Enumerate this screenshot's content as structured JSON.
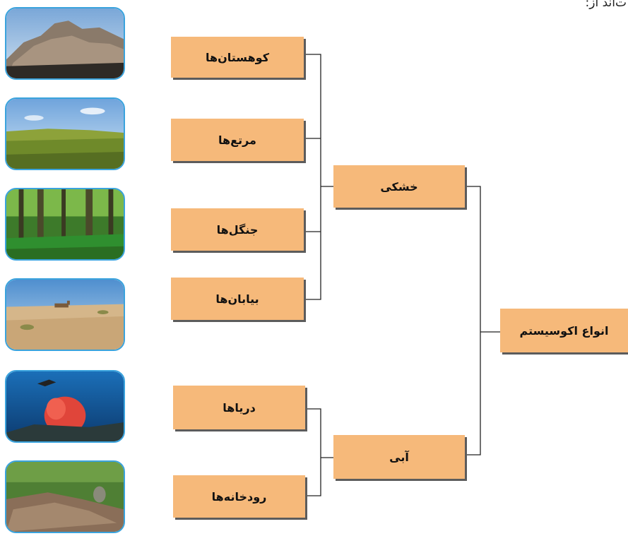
{
  "intro_text": "ت‌اند از:",
  "root": {
    "label": "انواع اکوسیستم"
  },
  "categories": [
    {
      "label": "خشکی",
      "children": [
        {
          "label": "کوهستان‌ها"
        },
        {
          "label": "مرتع‌ها"
        },
        {
          "label": "جنگل‌ها"
        },
        {
          "label": "بیابان‌ها"
        }
      ]
    },
    {
      "label": "آبی",
      "children": [
        {
          "label": "دریاها"
        },
        {
          "label": "رودخانه‌ها"
        }
      ]
    }
  ],
  "photos": [
    {
      "depicts": "mountains"
    },
    {
      "depicts": "grassland"
    },
    {
      "depicts": "forest"
    },
    {
      "depicts": "desert with camels"
    },
    {
      "depicts": "sea with diver and coral"
    },
    {
      "depicts": "river"
    }
  ],
  "colors": {
    "box_fill": "#f6b97a",
    "box_shadow": "#5c5c5c",
    "photo_border": "#3aa3dd",
    "connector": "#222222"
  }
}
